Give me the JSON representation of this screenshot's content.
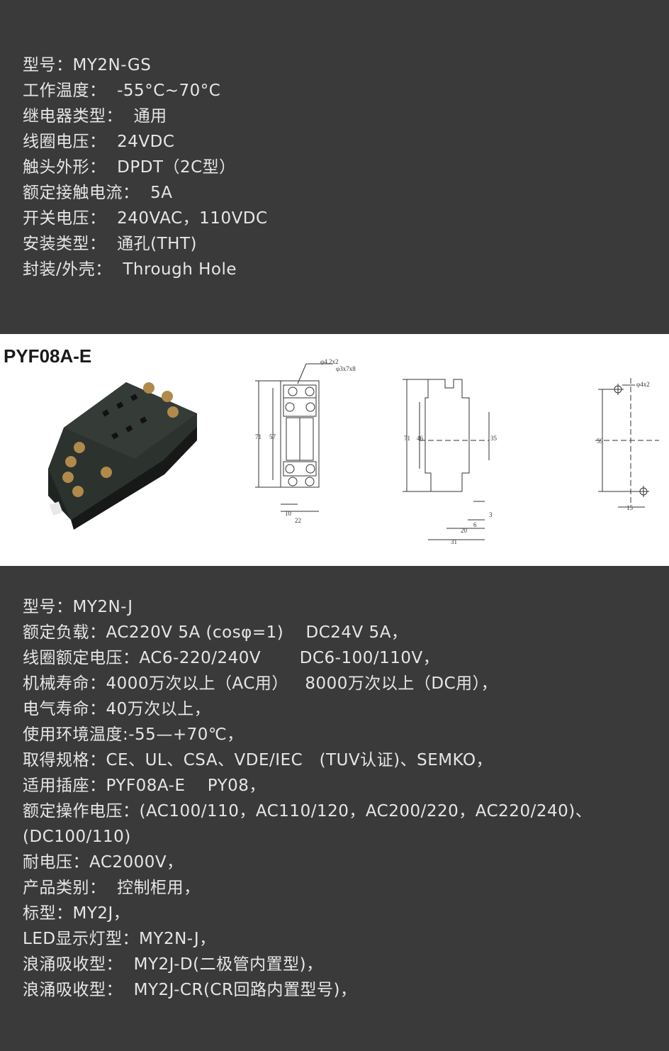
{
  "spec_top": {
    "lines": [
      "型号：MY2N-GS",
      "工作温度：  -55°C~70°C",
      "继电器类型：  通用",
      "线圈电压：  24VDC",
      "触头外形：  DPDT（2C型）",
      "额定接触电流：  5A",
      "开关电压：  240VAC，110VDC",
      "安装类型：  通孔(THT)",
      "封装/外壳：  Through Hole"
    ]
  },
  "drawing": {
    "title": "PYF08A-E",
    "dimensions": {
      "hole1": "φ4.2x2",
      "hole2": "φ3x7x8",
      "hole3": "φ4x2",
      "d71a": "71",
      "d57": "57",
      "d10": "10",
      "d22": "22",
      "d71b": "71",
      "d46": "46",
      "d35": "35",
      "d3": "3",
      "d6": "6",
      "d20": "20",
      "d31": "31",
      "d59": "59",
      "d15": "15"
    }
  },
  "spec_bottom": {
    "lines": [
      "型号：MY2N-J",
      "额定负载：AC220V 5A (cosφ=1)    DC24V 5A，",
      "线圈额定电压：AC6-220/240V       DC6-100/110V，",
      "机械寿命：4000万次以上（AC用）   8000万次以上（DC用），",
      "电气寿命：40万次以上，",
      "使用环境温度:-55—+70℃，",
      "取得规格：CE、UL、CSA、VDE/IEC   (TUV认证)、SEMKO，",
      "适用插座：PYF08A-E    PY08，",
      "额定操作电压：(AC100/110，AC110/120，AC200/220，AC220/240)、",
      "(DC100/110)",
      "耐电压：AC2000V，",
      "产品类别：  控制柜用，",
      "标型：MY2J，",
      "LED显示灯型：MY2N-J，",
      "浪涌吸收型：  MY2J-D(二极管内置型)，",
      "浪涌吸收型：  MY2J-CR(CR回路内置型号)，"
    ]
  }
}
